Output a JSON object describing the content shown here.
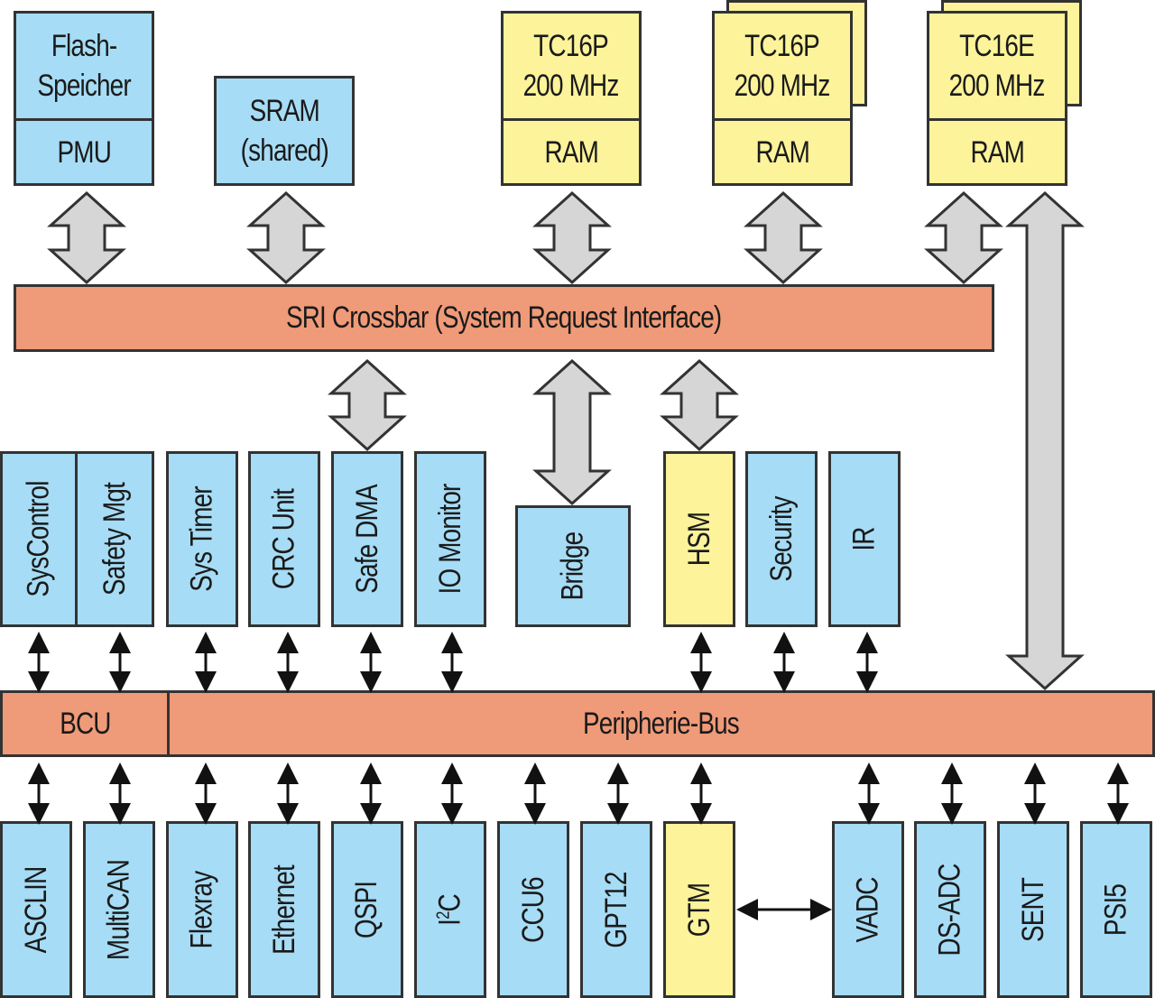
{
  "memory": {
    "flash": "Flash-\nSpeicher",
    "pmu": "PMU",
    "sram": "SRAM\n(shared)"
  },
  "cores": [
    {
      "name": "TC16P\n200 MHz",
      "ram": "RAM"
    },
    {
      "name": "TC16P\n200 MHz",
      "ram": "RAM"
    },
    {
      "name": "TC16E\n200 MHz",
      "ram": "RAM"
    }
  ],
  "buses": {
    "sri": "SRI Crossbar (System Request Interface)",
    "bcu": "BCU",
    "peripheral": "Peripherie-Bus"
  },
  "middle_modules": [
    "SysControl",
    "Safety Mgt",
    "Sys Timer",
    "CRC Unit",
    "Safe DMA",
    "IO Monitor",
    "Bridge",
    "HSM",
    "Security",
    "IR"
  ],
  "peripherals": [
    "ASCLIN",
    "MultiCAN",
    "Flexray",
    "Ethernet",
    "QSPI",
    "I2C",
    "CCU6",
    "GPT12",
    "GTM",
    "VADC",
    "DS-ADC",
    "SENT",
    "PSI5"
  ],
  "colors": {
    "blue": "#a6dcf5",
    "yellow": "#fcf39a",
    "salmon": "#ef9a78",
    "arrow_fill": "#d6d6d6"
  }
}
